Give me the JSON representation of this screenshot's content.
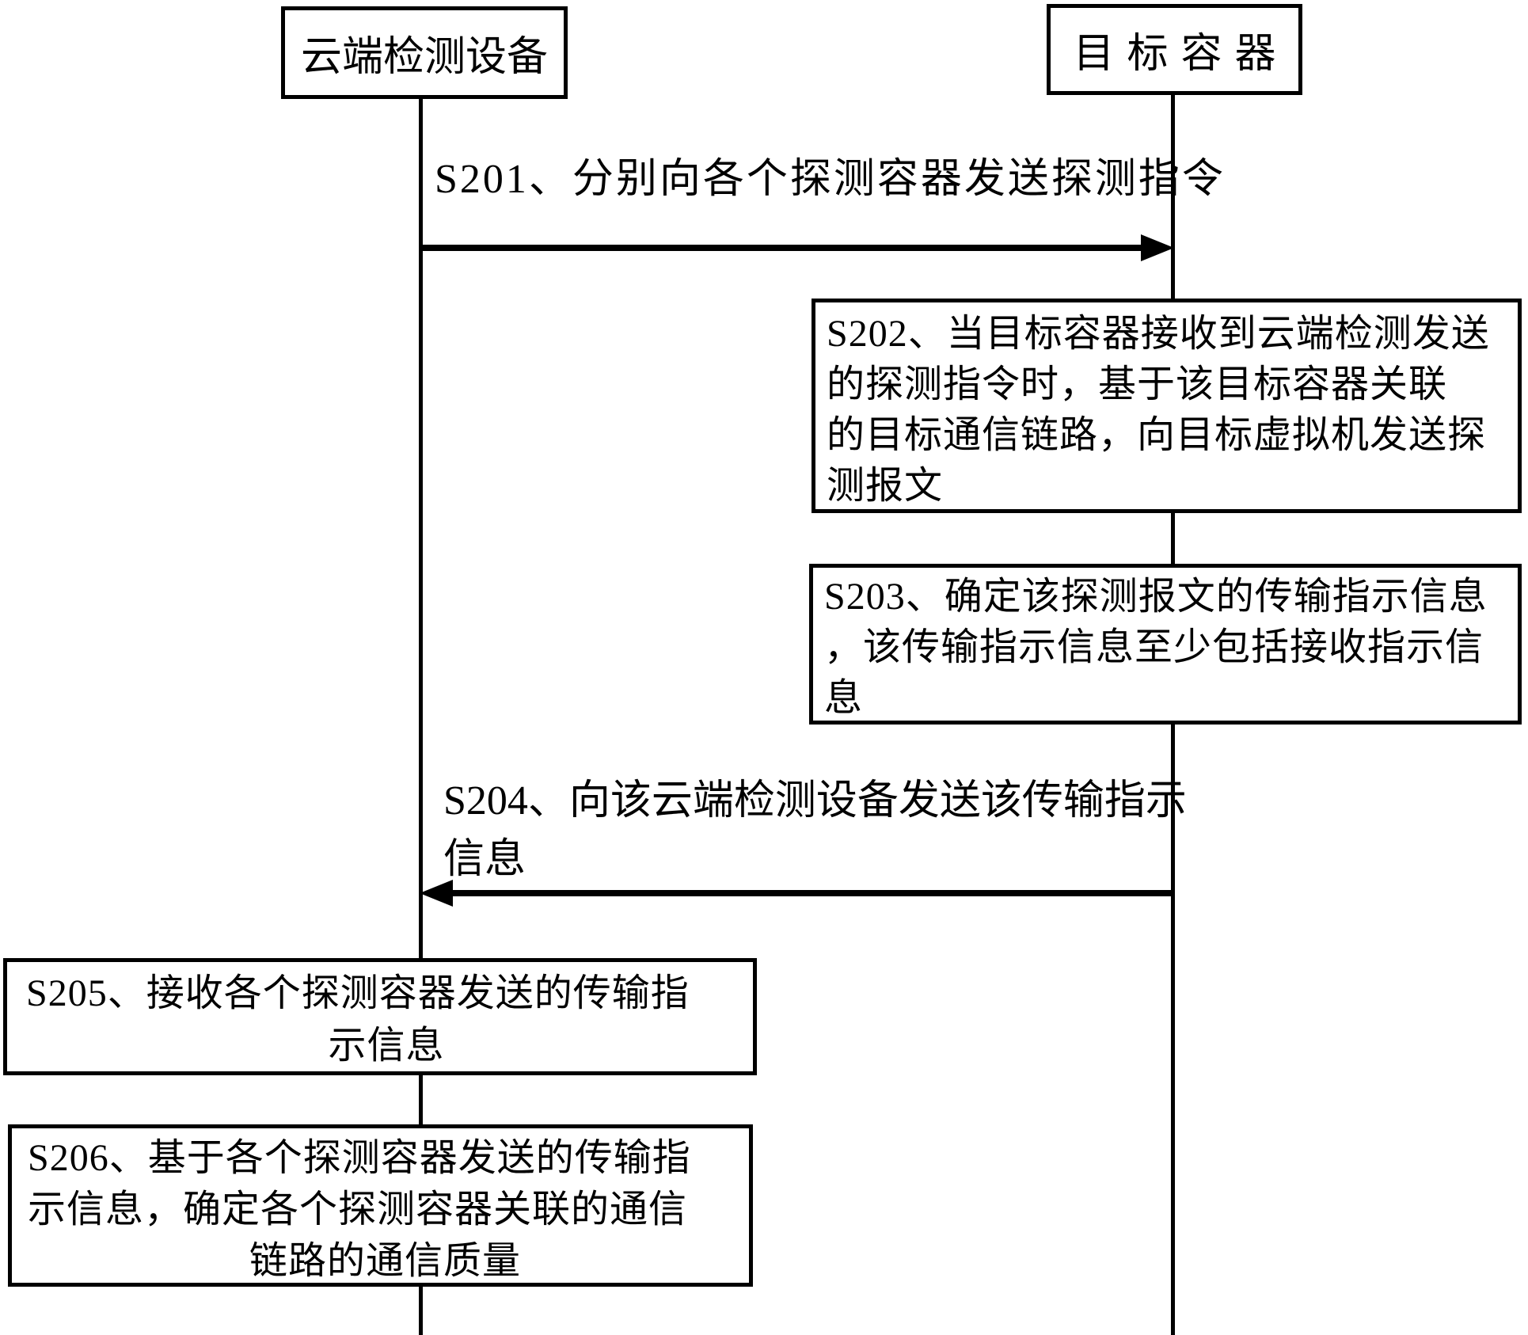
{
  "palette": {
    "ink": "#000000",
    "background": "#ffffff"
  },
  "actors": {
    "cloud": {
      "label": "云端检测设备"
    },
    "container": {
      "label": "目标容器"
    }
  },
  "messages": {
    "s201": {
      "label": "S201、分别向各个探测容器发送探测指令",
      "direction": "left-to-right"
    },
    "s204": {
      "lines": [
        "S204、向该云端检测设备发送该传输指示",
        "信息"
      ],
      "direction": "right-to-left"
    }
  },
  "steps": {
    "s202": {
      "lines": [
        "S202、当目标容器接收到云端检测发送",
        "的探测指令时，基于该目标容器关联",
        "的目标通信链路，向目标虚拟机发送探",
        "测报文"
      ]
    },
    "s203": {
      "lines": [
        "S203、确定该探测报文的传输指示信息",
        "，该传输指示信息至少包括接收指示信",
        "息"
      ]
    },
    "s205": {
      "lines": [
        "S205、接收各个探测容器发送的传输指",
        "示信息"
      ]
    },
    "s206": {
      "lines": [
        "S206、基于各个探测容器发送的传输指",
        "示信息，确定各个探测容器关联的通信",
        "链路的通信质量"
      ]
    }
  }
}
